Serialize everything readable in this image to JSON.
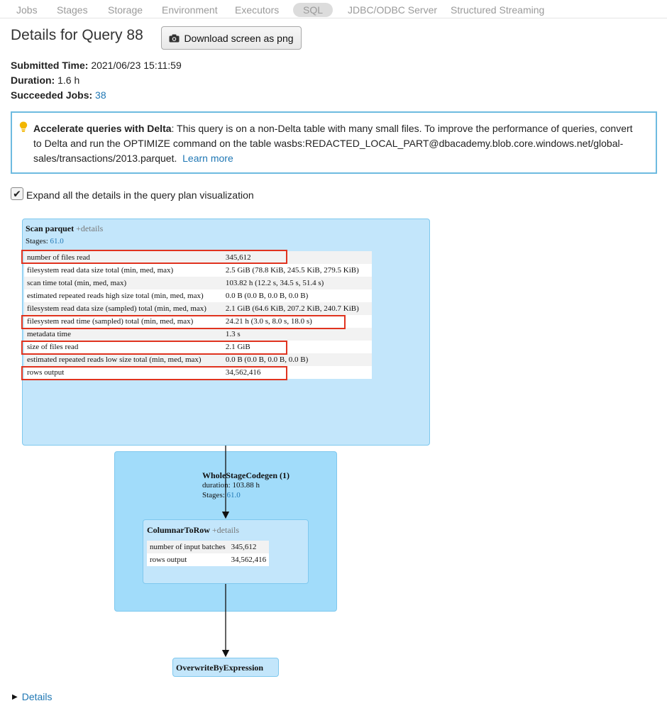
{
  "nav": {
    "tabs": [
      {
        "label": "Jobs"
      },
      {
        "label": "Stages"
      },
      {
        "label": "Storage"
      },
      {
        "label": "Environment"
      },
      {
        "label": "Executors"
      },
      {
        "label": "SQL",
        "active": true
      },
      {
        "label": "JDBC/ODBC Server"
      },
      {
        "label": "Structured Streaming"
      }
    ]
  },
  "page": {
    "title": "Details for Query 88",
    "download_label": "Download screen as png",
    "download_icon": "camera-icon"
  },
  "summary": {
    "submitted_label": "Submitted Time:",
    "submitted_value": "2021/06/23 15:11:59",
    "duration_label": "Duration:",
    "duration_value": "1.6 h",
    "jobs_label": "Succeeded Jobs:",
    "jobs_value": "38"
  },
  "alert": {
    "icon": "lightbulb-icon",
    "heading": "Accelerate queries with Delta",
    "body": ": This query is on a non-Delta table with many small files. To improve the performance of queries, convert to Delta and run the OPTIMIZE command on the table wasbs:REDACTED_LOCAL_PART@dbacademy.blob.core.windows.net/global-sales/transactions/2013.parquet.",
    "link": "Learn more"
  },
  "expand": {
    "checked": true,
    "label": "Expand all the details in the query plan visualization"
  },
  "plan": {
    "scan": {
      "title": "Scan parquet",
      "details_link": "+details",
      "stages_label": "Stages:",
      "stages_value": "61.0",
      "metrics": [
        {
          "name": "number of files read",
          "value": "345,612",
          "highlight": true
        },
        {
          "name": "filesystem read data size total (min, med, max)",
          "value": "2.5 GiB (78.8 KiB, 245.5 KiB, 279.5 KiB)"
        },
        {
          "name": "scan time total (min, med, max)",
          "value": "103.82 h (12.2 s, 34.5 s, 51.4 s)"
        },
        {
          "name": "estimated repeated reads high size total (min, med, max)",
          "value": "0.0 B (0.0 B, 0.0 B, 0.0 B)"
        },
        {
          "name": "filesystem read data size (sampled) total (min, med, max)",
          "value": "2.1 GiB (64.6 KiB, 207.2 KiB, 240.7 KiB)"
        },
        {
          "name": "filesystem read time (sampled) total (min, med, max)",
          "value": "24.21 h (3.0 s, 8.0 s, 18.0 s)",
          "highlight": true
        },
        {
          "name": "metadata time",
          "value": "1.3 s"
        },
        {
          "name": "size of files read",
          "value": "2.1 GiB",
          "highlight": true
        },
        {
          "name": "estimated repeated reads low size total (min, med, max)",
          "value": "0.0 B (0.0 B, 0.0 B, 0.0 B)"
        },
        {
          "name": "rows output",
          "value": "34,562,416",
          "highlight": true
        }
      ]
    },
    "codegen": {
      "title": "WholeStageCodegen (1)",
      "duration_label": "duration:",
      "duration_value": "103.88 h",
      "stages_label": "Stages:",
      "stages_value": "61.0"
    },
    "columnar": {
      "title": "ColumnarToRow",
      "details_link": "+details",
      "metrics": [
        {
          "name": "number of input batches",
          "value": "345,612"
        },
        {
          "name": "rows output",
          "value": "34,562,416"
        }
      ]
    },
    "overwrite": {
      "title": "OverwriteByExpression"
    }
  },
  "footer": {
    "details_label": "Details"
  },
  "colors": {
    "link": "#1f77b4",
    "node_fill": "#c3e6fb",
    "cluster_fill": "#a1dcfa",
    "highlight_border": "#e0331f",
    "alert_border": "#6ebbe0",
    "bulb": "#f2b600"
  }
}
